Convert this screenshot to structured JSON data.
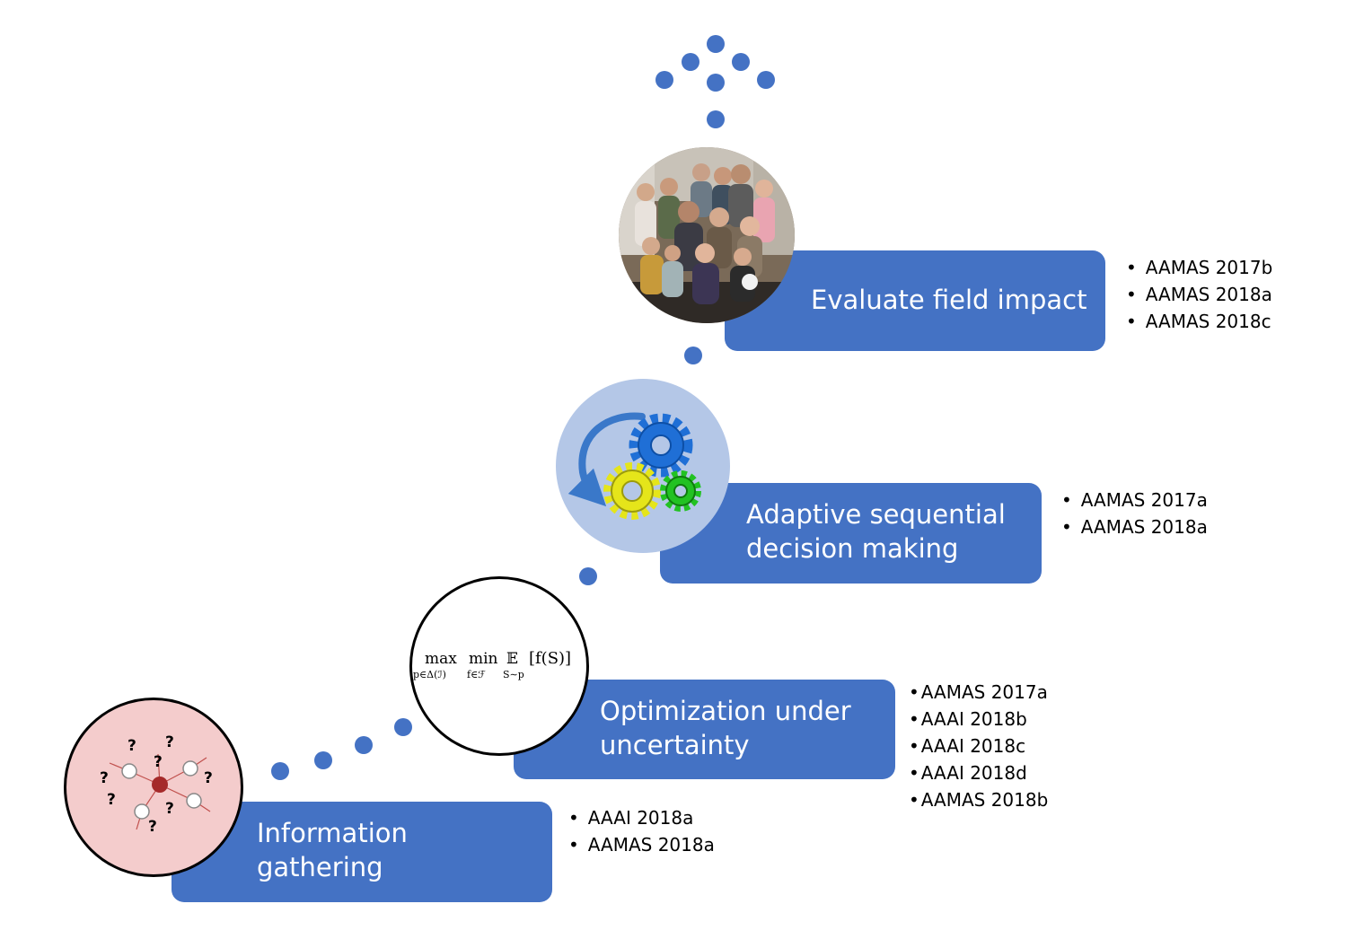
{
  "steps": [
    {
      "id": "information-gathering",
      "lines": [
        "Information",
        "gathering"
      ],
      "refs": [
        "AAAI 2018a",
        "AAMAS 2018a"
      ]
    },
    {
      "id": "optimization",
      "lines": [
        "Optimization under",
        "uncertainty"
      ],
      "refs": [
        "AAMAS 2017a",
        "AAAI 2018b",
        "AAAI 2018c",
        "AAAI 2018d",
        "AAMAS 2018b"
      ]
    },
    {
      "id": "adaptive",
      "lines": [
        "Adaptive sequential",
        "decision making"
      ],
      "refs": [
        "AAMAS 2017a",
        "AAMAS 2018a"
      ]
    },
    {
      "id": "field-impact",
      "lines": [
        "Evaluate field impact"
      ],
      "refs": [
        "AAMAS 2017b",
        "AAMAS 2018a",
        "AAMAS 2018c"
      ]
    }
  ],
  "formula": {
    "max": "max",
    "max_sub": "p∈Δ(ℐ)",
    "min": "min",
    "min_sub": "f∈ℱ",
    "expect": "𝔼",
    "expect_sub": "S∼p",
    "body": "[f(S)]"
  },
  "network": {
    "marks": [
      "?",
      "?",
      "?",
      "?",
      "?",
      "?",
      "?",
      "?"
    ]
  },
  "colors": {
    "accent": "#4472c4",
    "gears_bg": "#b4c7e7",
    "network_bg": "#f4cccc",
    "hub": "#a52a2a"
  }
}
